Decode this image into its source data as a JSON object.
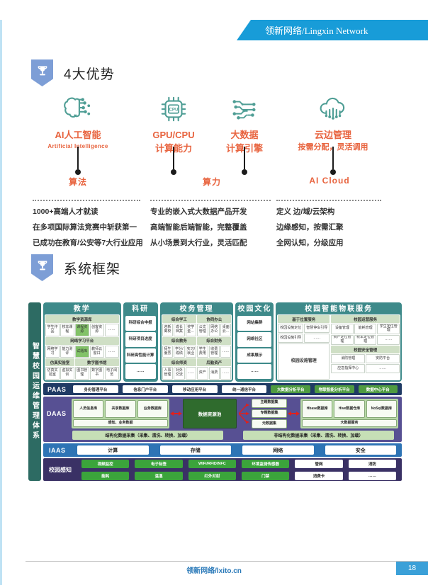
{
  "banner": {
    "text": "领新网络/Lingxin Network"
  },
  "advantages": {
    "title": "4大优势",
    "items": [
      {
        "icon": "brain-circuit-icon",
        "title": "AI人工智能",
        "subtitle": "Artificial Intelligence"
      },
      {
        "icon": "cpu-chip-icon",
        "title": "GPU/CPU",
        "subtitle": "计算能力"
      },
      {
        "icon": "big-data-circuit-icon",
        "title": "大数据",
        "subtitle": "计算引擎"
      },
      {
        "icon": "cloud-edge-icon",
        "title": "云边管理",
        "subtitle": "按需分配，灵活调用"
      }
    ],
    "node_labels": [
      "算法",
      "算力",
      "AI Cloud"
    ],
    "details": [
      [
        "1000+高端人才就读",
        "在多项国际算法竞赛中斩获第一",
        "已成功在教育/公安等7大行业应用"
      ],
      [
        "专业的嵌入式大数据产品开发",
        "高端智能后端智能，完整覆盖",
        "从小场景到大行业，灵活匹配"
      ],
      [
        "定义 边/域/云架构",
        "边缘感知，按需汇聚",
        "全网认知，分级应用"
      ]
    ]
  },
  "framework": {
    "title": "系统框架",
    "side_rail": "智慧校园运维管理体系",
    "teaching": {
      "header": "教学",
      "band1": "教学资源库",
      "band1_cells": [
        "学生作品",
        "校本课程",
        {
          "label": "课程资源",
          "variant": "hl"
        },
        "创客资源",
        "……"
      ],
      "band2": "网络学习平台",
      "band2_cells": [
        "网络学习",
        "能力测评",
        {
          "label": "试题库",
          "variant": "hl"
        },
        "教师云窗口",
        "……"
      ],
      "band3a": "仿真实验室",
      "band3b": "数字图书馆",
      "band3_cells": [
        "仿真实验室",
        "虚拟实训",
        "图书管理",
        "数字图书",
        "电子阅览"
      ]
    },
    "research": {
      "header": "科研",
      "cells": [
        "科研综合申报",
        "科研项目进度",
        "科研高性能计算",
        "……"
      ]
    },
    "admin": {
      "header": "校务管理",
      "band1a": "综合学工",
      "band1b": "协同办公",
      "band1_cells": [
        "迎新离校",
        "成长档案",
        "奖学金…",
        "公文管理",
        "网络办公",
        "桌面云…"
      ],
      "band2a": "综合教务",
      "band2b": "综合财务",
      "band2_cells": [
        "师生服务",
        "学分/成绩",
        "实习/就业",
        "学生费用",
        "收费管理",
        "……"
      ],
      "band3a": "综合师资",
      "band3b": "后勤资产",
      "band3_cells": [
        "人事管理",
        "对外交流",
        "……",
        "资产",
        "消费",
        "……"
      ]
    },
    "culture": {
      "header": "校园文化",
      "cells": [
        "网站集群",
        "网络社区",
        "成果展示",
        "……"
      ]
    },
    "iot": {
      "header": "校园智能物联服务",
      "left_band": "基于位置服务",
      "left_cells": [
        "校园设施定位",
        "智慧停车引导",
        "校园设施引导",
        "……"
      ],
      "left_big": "校园设施管理",
      "right_band1": "校园运营服务",
      "right_band1_cells": [
        "设备管理",
        "能耗管理",
        "学生定位管理",
        "资产定位管理",
        "校车定位管理",
        "……"
      ],
      "right_band2": "校园安全管理",
      "right_band2_cells": [
        "消防管理",
        "安防平台",
        "应急指挥中心",
        "……"
      ]
    },
    "paas": {
      "label": "PAAS",
      "pills": [
        {
          "label": "身份管理平台"
        },
        {
          "label": "信息门户平台"
        },
        {
          "label": "移动应用平台"
        },
        {
          "label": "统一通信平台"
        },
        {
          "label": "大数据分析平台",
          "variant": "green"
        },
        {
          "label": "物联智能分析平台",
          "variant": "green"
        },
        {
          "label": "数据中心平台",
          "variant": "green"
        }
      ]
    },
    "daas": {
      "label": "DAAS",
      "left_cells": [
        "人员信息库",
        "共享数据库",
        "业务数据库"
      ],
      "left_wide": "感知、业务数据",
      "pool": "数据资源池",
      "datasets": [
        "主题数据集",
        "专题数据集",
        "元数据集"
      ],
      "right_cells": [
        "Hbase数据库",
        "Hive数据仓库",
        "NoSql数据库"
      ],
      "right_wide": "大数据服务",
      "bars": [
        "结构化数据采集（采集、清洗、转换、加载）",
        "非结构化数据采集（采集、清洗、转换、加载）"
      ]
    },
    "iaas": {
      "label": "IAAS",
      "cells": [
        "计算",
        "存储",
        "网络",
        "安全"
      ]
    },
    "sensing": {
      "label": "校园感知",
      "items": [
        {
          "label": "视频监控"
        },
        {
          "label": "电子标签"
        },
        {
          "label": "WiFi/RFID/NFC"
        },
        {
          "label": "环境监测传感器"
        },
        {
          "label": "管网",
          "variant": "white"
        },
        {
          "label": "消防",
          "variant": "white"
        },
        {
          "label": "能耗"
        },
        {
          "label": "温湿"
        },
        {
          "label": "红外对射"
        },
        {
          "label": "门禁"
        },
        {
          "label": "消费卡",
          "variant": "white"
        },
        {
          "label": "……",
          "variant": "white"
        }
      ]
    }
  },
  "footer": {
    "site": "领新网络/lxito.cn",
    "page": "18"
  },
  "colors": {
    "banner_blue": "#189cd8",
    "badge_blue": "#7d9ed6",
    "accent_orange": "#e8643f",
    "icon_teal": "#4f9e95",
    "column_teal": "#3e8a8a",
    "rail_teal": "#2d6b63",
    "band_sage": "#cfdfc5",
    "highlight_green": "#82c268",
    "paas_navy": "#1f3a64",
    "pill_green": "#4f9b41",
    "daas_purple": "#575093",
    "pool_green": "#2f6b2d",
    "arrow_red": "#e0201c",
    "iaas_blue": "#2e74b5",
    "sensing_purple": "#3a3165",
    "sensing_green": "#3ba43b",
    "footer_blue": "#2878b8",
    "page_box_blue": "#3ba0d8"
  }
}
